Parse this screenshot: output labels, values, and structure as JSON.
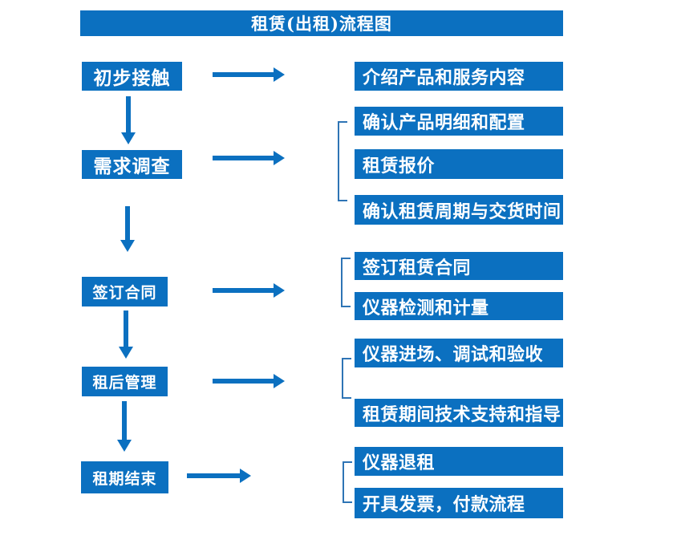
{
  "title": "租赁(出租)流程图",
  "colors": {
    "primary": "#0B70C0",
    "bracket": "#2E74B5",
    "text_on_primary": "#FFFFFF",
    "background": "#FFFFFF"
  },
  "flow": {
    "steps": [
      {
        "label": "初步接触"
      },
      {
        "label": "需求调查"
      },
      {
        "label": "签订合同"
      },
      {
        "label": "租后管理"
      },
      {
        "label": "租期结束"
      }
    ],
    "details": [
      {
        "label": "介绍产品和服务内容",
        "group": 1
      },
      {
        "label": "确认产品明细和配置",
        "group": 2
      },
      {
        "label": "租赁报价",
        "group": 2
      },
      {
        "label": "确认租赁周期与交货时间",
        "group": 2
      },
      {
        "label": "签订租赁合同",
        "group": 3
      },
      {
        "label": "仪器检测和计量",
        "group": 3
      },
      {
        "label": "仪器进场、调试和验收",
        "group": 4
      },
      {
        "label": "租赁期间技术支持和指导",
        "group": 4
      },
      {
        "label": "仪器退租",
        "group": 5
      },
      {
        "label": "开具发票，付款流程",
        "group": 5
      }
    ]
  }
}
